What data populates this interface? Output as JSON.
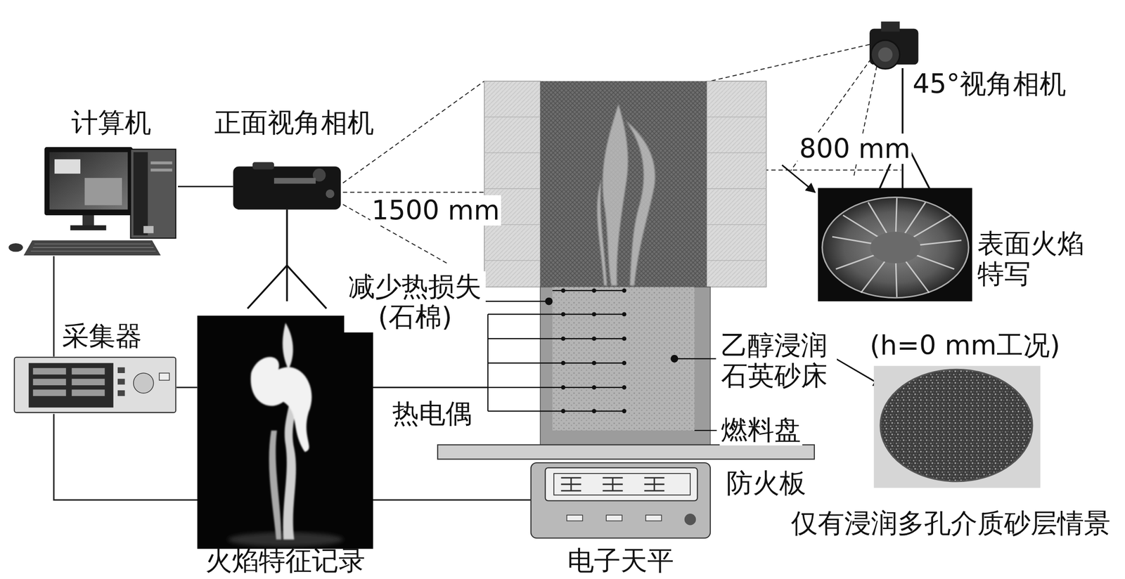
{
  "diagram": {
    "nodes": [
      {
        "text": [
          "计算机"
        ]
      },
      {
        "text": [
          "正面视角相机"
        ]
      },
      {
        "text": [
          "45°视角相机"
        ]
      },
      {
        "text": [
          "采集器"
        ]
      },
      {
        "text": [
          "火焰特征记录"
        ]
      },
      {
        "text": [
          "电子天平"
        ]
      },
      {
        "text": [
          "表面火焰特写",
          "(h=0 mm工况)"
        ]
      },
      {
        "text": [
          "仅有浸润多孔介质砂层情景"
        ]
      }
    ],
    "edges": [
      {
        "from": 0,
        "to": 1,
        "arrow": "none"
      },
      {
        "from": 0,
        "to": 3,
        "arrow": "none"
      },
      {
        "from": 3,
        "to": 5,
        "arrow": "none"
      },
      {
        "from": 3,
        "to": 4,
        "arrow": "none"
      }
    ],
    "labels": [
      "1500 mm",
      "800 mm",
      "减少热损失 (石棉)",
      "热电偶",
      "乙醇浸润 石英砂床",
      "燃料盘",
      "防火板"
    ]
  }
}
